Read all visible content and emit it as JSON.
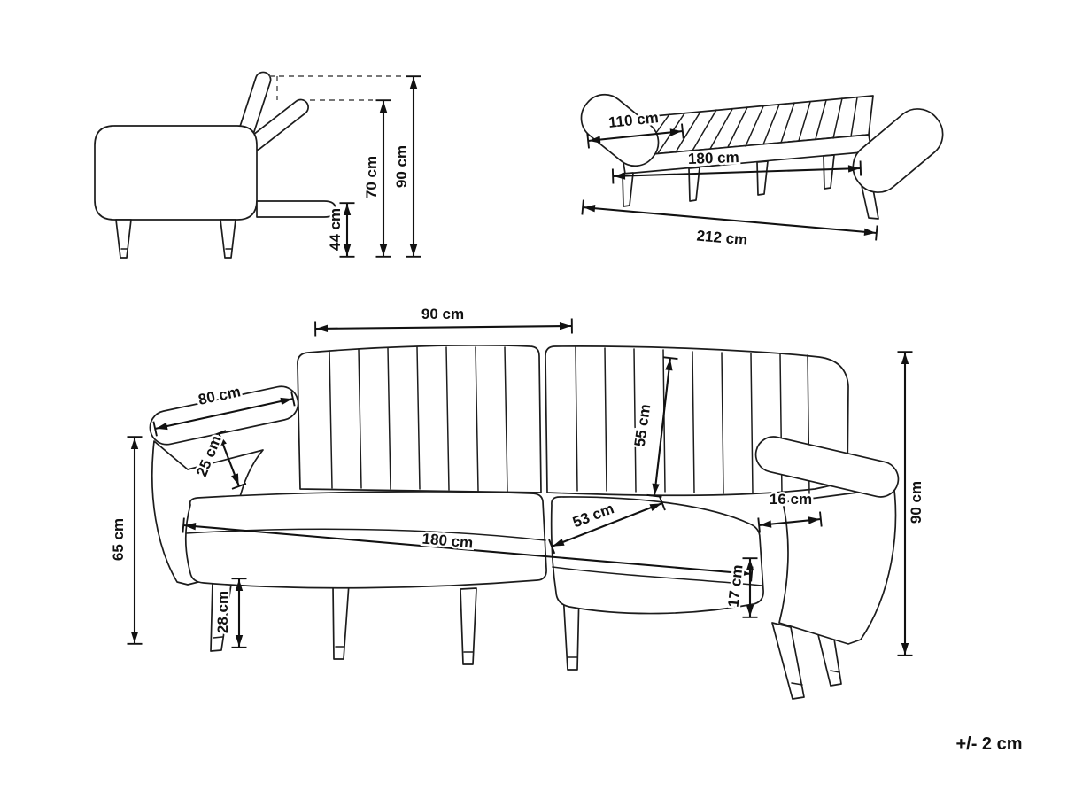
{
  "diagram": {
    "ink_color": "#1c1c1c",
    "tolerance": "+/- 2 cm",
    "side_view": {
      "backrest_height": "70 cm",
      "total_height": "90 cm",
      "seat_height": "44 cm"
    },
    "open_view": {
      "backrest_length": "110 cm",
      "mattress_length": "180 cm",
      "total_length": "212 cm"
    },
    "front_view": {
      "backrest_width": "90 cm",
      "armrest_length": "80 cm",
      "armrest_depth": "25 cm",
      "backrest_panel_height": "55 cm",
      "armrest_height": "65 cm",
      "seat_width": "180 cm",
      "seat_depth": "53 cm",
      "armrest_width": "16 cm",
      "cushion_height": "17 cm",
      "leg_height": "28 cm",
      "total_height": "90 cm"
    }
  }
}
